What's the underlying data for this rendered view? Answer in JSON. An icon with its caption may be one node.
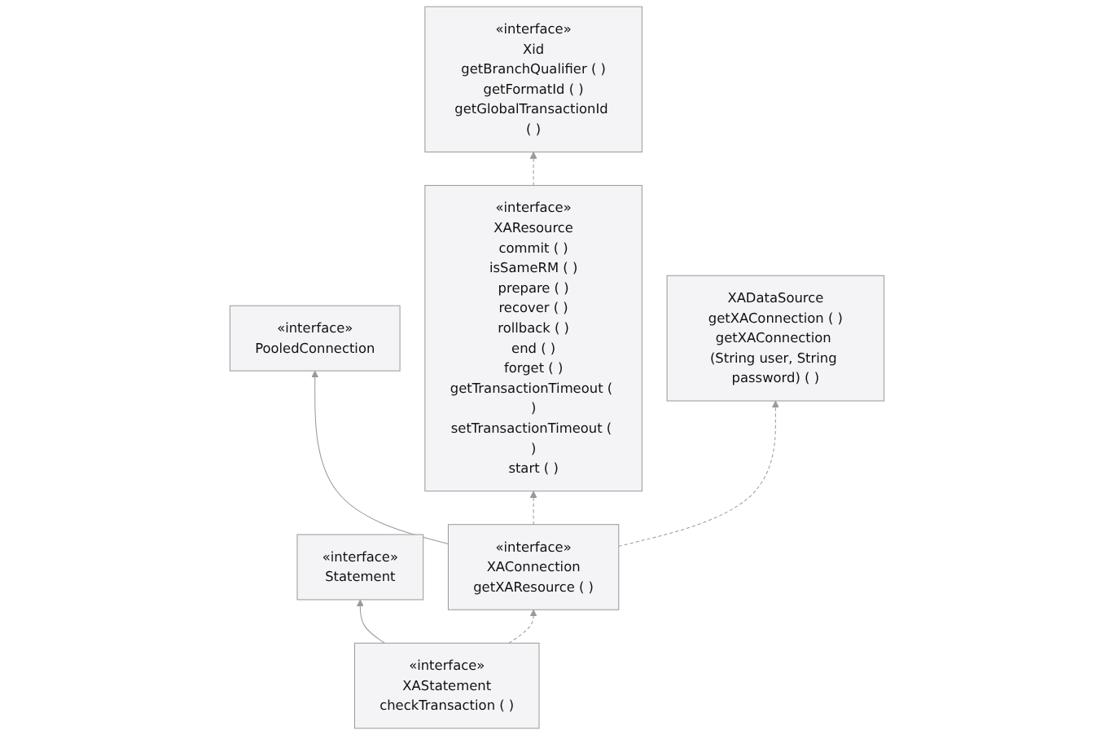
{
  "diagram": {
    "nodes": [
      {
        "text": [
          "«interface»",
          "Statement"
        ]
      },
      {
        "text": [
          "«interface»",
          "PooledConnection"
        ]
      },
      {
        "text": [
          "«interface»",
          "Xid",
          "getBranchQualifier ( )",
          "getFormatId ( )",
          "getGlobalTransactionId ( )"
        ]
      },
      {
        "text": [
          "«interface»",
          "XAResource",
          "commit ( )",
          "isSameRM ( )",
          "prepare ( )",
          "recover ( )",
          "rollback ( )",
          "end ( )",
          "forget ( )",
          "getTransactionTimeout ( )",
          "setTransactionTimeout ( )",
          "start ( )"
        ]
      },
      {
        "text": [
          "«interface»",
          "XAStatement",
          "checkTransaction ( )"
        ]
      },
      {
        "text": [
          "«interface»",
          "XAConnection",
          "getXAResource ( )"
        ]
      },
      {
        "text": [
          "XADataSource",
          "getXAConnection ( )",
          "getXAConnection (String user, String password) ( )"
        ]
      }
    ],
    "edges": [
      {
        "from": 4,
        "to": 0,
        "arrow": "to"
      },
      {
        "from": 5,
        "to": 1,
        "arrow": "to"
      },
      {
        "from": 4,
        "to": 5,
        "arrow": "to",
        "style": "dashed"
      },
      {
        "from": 5,
        "to": 3,
        "arrow": "to",
        "style": "dashed"
      },
      {
        "from": 3,
        "to": 2,
        "arrow": "to",
        "style": "dashed"
      },
      {
        "from": 5,
        "to": 6,
        "arrow": "to",
        "style": "dashed"
      }
    ]
  }
}
